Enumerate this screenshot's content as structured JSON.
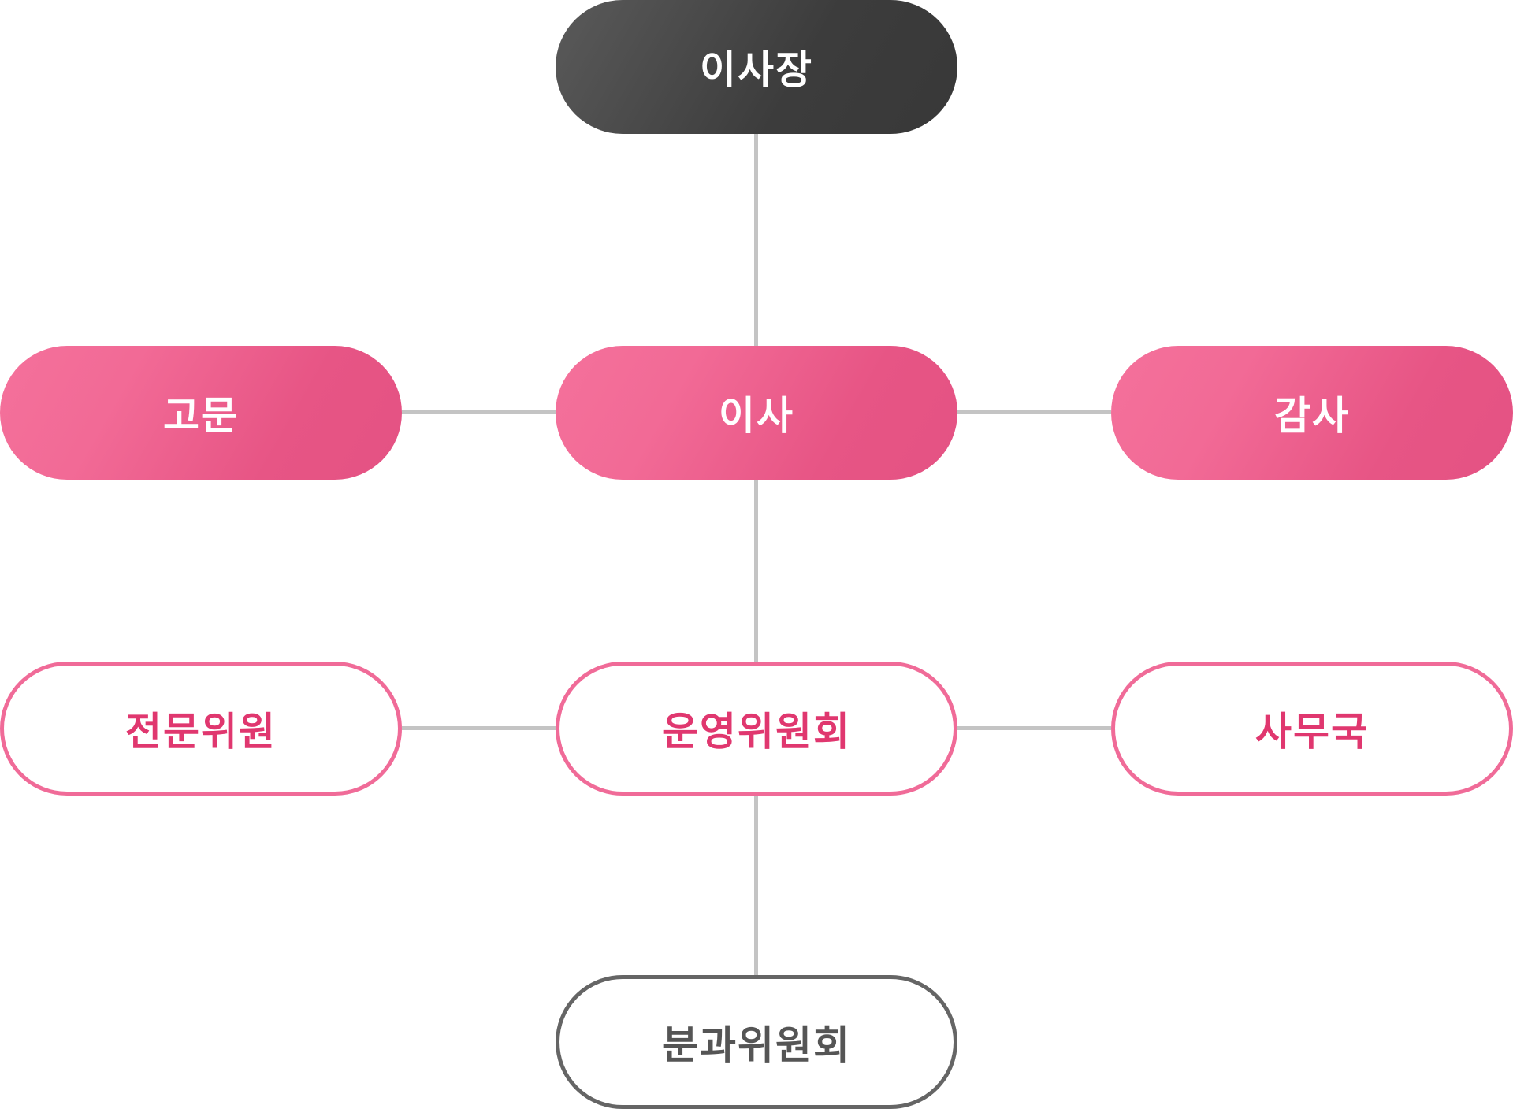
{
  "org_chart": {
    "chairman": "이사장",
    "advisor": "고문",
    "director": "이사",
    "auditor": "감사",
    "expert_member": "전문위원",
    "steering_committee": "운영위원회",
    "secretariat": "사무국",
    "subcommittee": "분과위원회"
  },
  "colors": {
    "dark": "#3c3c3c",
    "pink": "#e75585",
    "outline": "#f06b98",
    "connector": "#c4c4c4",
    "gray": "#656565"
  }
}
